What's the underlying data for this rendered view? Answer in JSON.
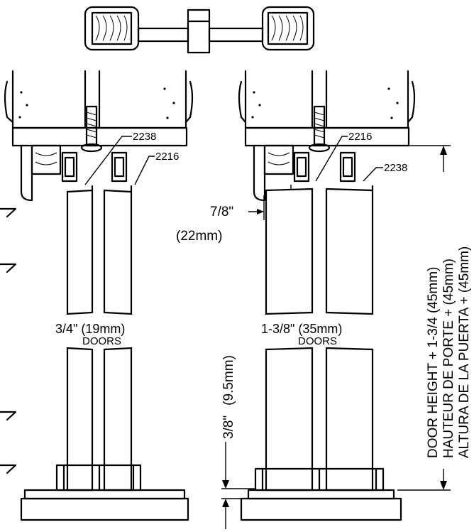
{
  "callouts": {
    "left_part_a": "2238",
    "left_part_b": "2216",
    "right_part_a": "2216",
    "right_part_b": "2238"
  },
  "dimensions": {
    "offset_in": "7/8\"",
    "offset_mm": "(22mm)",
    "clearance_in": "3/8\"",
    "clearance_mm": "(9.5mm)"
  },
  "doors": {
    "left_thickness": "3/4\"  (19mm)",
    "left_caption": "DOORS",
    "right_thickness": "1-3/8\"  (35mm)",
    "right_caption": "DOORS"
  },
  "height_formula": {
    "en": "DOOR HEIGHT + 1-3/4  (45mm)",
    "fr": "HAUTEUR DE PORTE  +  (45mm)",
    "es": "ALTURA DE LA PUERTA  +  (45mm)"
  }
}
